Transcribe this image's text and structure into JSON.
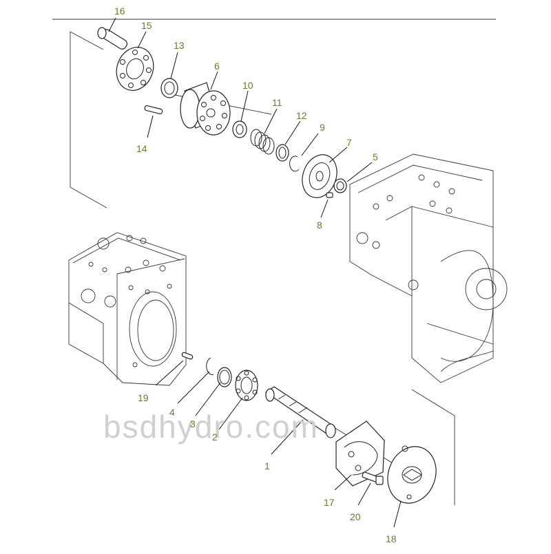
{
  "watermark": "bsdhydro.com",
  "callouts": [
    {
      "id": "16",
      "label": "16"
    },
    {
      "id": "15",
      "label": "15"
    },
    {
      "id": "13",
      "label": "13"
    },
    {
      "id": "6",
      "label": "6"
    },
    {
      "id": "10",
      "label": "10"
    },
    {
      "id": "11",
      "label": "11"
    },
    {
      "id": "12",
      "label": "12"
    },
    {
      "id": "9",
      "label": "9"
    },
    {
      "id": "7",
      "label": "7"
    },
    {
      "id": "5",
      "label": "5"
    },
    {
      "id": "8",
      "label": "8"
    },
    {
      "id": "14",
      "label": "14"
    },
    {
      "id": "19",
      "label": "19"
    },
    {
      "id": "4",
      "label": "4"
    },
    {
      "id": "3",
      "label": "3"
    },
    {
      "id": "2",
      "label": "2"
    },
    {
      "id": "1",
      "label": "1"
    },
    {
      "id": "17",
      "label": "17"
    },
    {
      "id": "20",
      "label": "20"
    },
    {
      "id": "18",
      "label": "18"
    }
  ]
}
